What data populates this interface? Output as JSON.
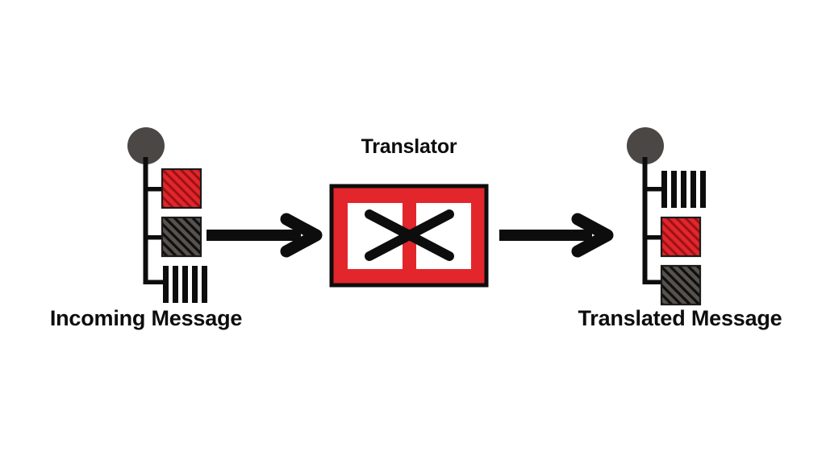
{
  "diagram": {
    "title_text": "Translator",
    "background_color": "#ffffff",
    "ink_color": "#0d0d0d",
    "accent_red": "#e3262c",
    "dark_gray": "#4a4745"
  },
  "labels": {
    "incoming": "Incoming Message",
    "translator": "Translator",
    "translated": "Translated Message"
  },
  "incoming_message": {
    "name": "Incoming Message",
    "node_icon": "person-node-circle-icon",
    "items": [
      {
        "id": "red-hatched-block",
        "type": "hatched-square",
        "fill": "#e3262c",
        "hatch": "diagonal"
      },
      {
        "id": "dark-hatched-block",
        "type": "hatched-square",
        "fill": "#4a4745",
        "hatch": "diagonal"
      },
      {
        "id": "barcode-block",
        "type": "vertical-bars",
        "fill": "#0d0d0d",
        "bars": 5
      }
    ]
  },
  "translator": {
    "name": "Translator",
    "box_fill": "#e3262c",
    "box_border": "#0d0d0d",
    "panes": 2,
    "pane_fill": "#ffffff",
    "glyph": "x-cross-icon"
  },
  "translated_message": {
    "name": "Translated Message",
    "node_icon": "person-node-circle-icon",
    "items": [
      {
        "id": "barcode-block",
        "type": "vertical-bars",
        "fill": "#0d0d0d",
        "bars": 5
      },
      {
        "id": "red-hatched-block",
        "type": "hatched-square",
        "fill": "#e3262c",
        "hatch": "diagonal"
      },
      {
        "id": "dark-hatched-block",
        "type": "hatched-square",
        "fill": "#4a4745",
        "hatch": "diagonal"
      }
    ]
  },
  "arrows": [
    {
      "id": "arrow-incoming-to-translator",
      "direction": "right"
    },
    {
      "id": "arrow-translator-to-translated",
      "direction": "right"
    }
  ]
}
